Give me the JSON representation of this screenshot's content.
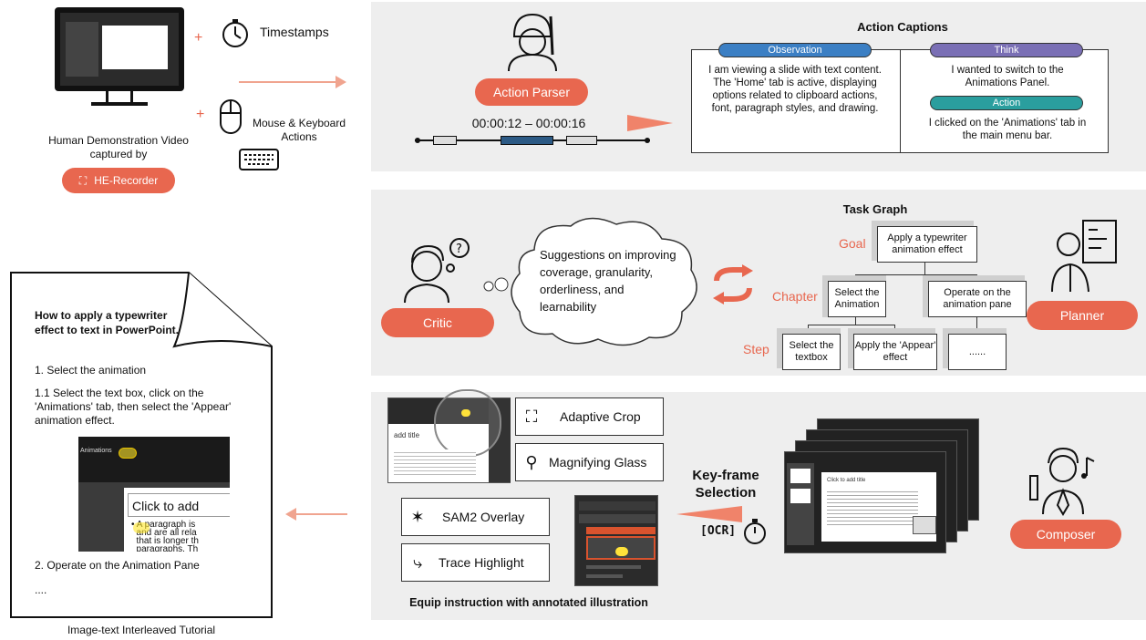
{
  "top_left": {
    "timestamps_label": "Timestamps",
    "mouse_keyboard_label": "Mouse & Keyboard\nActions",
    "video_caption": "Human Demonstration Video\ncaptured by",
    "recorder_button": "HE-Recorder",
    "plus1": "+",
    "plus2": "+"
  },
  "action_panel": {
    "parser_label": "Action Parser",
    "time_range": "00:00:12 – 00:00:16",
    "captions_title": "Action Captions",
    "observation_head": "Observation",
    "observation_text": "I am viewing a slide with text content. The 'Home' tab is active, displaying options related to clipboard actions, font, paragraph styles, and drawing.",
    "think_head": "Think",
    "think_text": "I wanted to switch to the Animations Panel.",
    "action_head": "Action",
    "action_text": "I clicked on the 'Animations' tab in the main menu bar."
  },
  "graph_panel": {
    "critic_label": "Critic",
    "suggestion_text": "Suggestions on improving coverage, granularity, orderliness, and learnability",
    "title": "Task Graph",
    "goal_label": "Goal",
    "chapter_label": "Chapter",
    "step_label": "Step",
    "goal_text": "Apply a typewriter animation effect",
    "chapter1": "Select the Animation",
    "chapter2": "Operate on the animation pane",
    "step1": "Select the textbox",
    "step2": "Apply the 'Appear' effect",
    "step3": "......",
    "planner_label": "Planner"
  },
  "tutorial": {
    "title": "How to apply a typewriter effect to text in PowerPoint.",
    "step1": "1. Select the animation",
    "step11": "1.1 Select the text box, click on the 'Animations' tab, then select the 'Appear' animation effect.",
    "shot_menu": "Animations",
    "shot_click": "Click to add",
    "shot_para": "• A paragraph is\n  and are all rela\n  that is longer th\n  paragraphs. Th",
    "step2": "2. Operate on the Animation Pane",
    "ellipsis": "....",
    "caption": "Image-text Interleaved Tutorial"
  },
  "compose_panel": {
    "tool1": "Adaptive Crop",
    "tool2": "Magnifying Glass",
    "tool3": "SAM2 Overlay",
    "tool4": "Trace Highlight",
    "keyframe_label": "Key-frame\nSelection",
    "ocr_label": "[OCR]",
    "composer_label": "Composer",
    "footer": "Equip instruction with annotated illustration",
    "slide_title": "Click to add title"
  },
  "colors": {
    "accent": "#e8674f",
    "observation": "#3b7fc4",
    "think": "#7a6fb5",
    "action": "#2a9e9e",
    "timeline_active": "#2c5a85"
  }
}
